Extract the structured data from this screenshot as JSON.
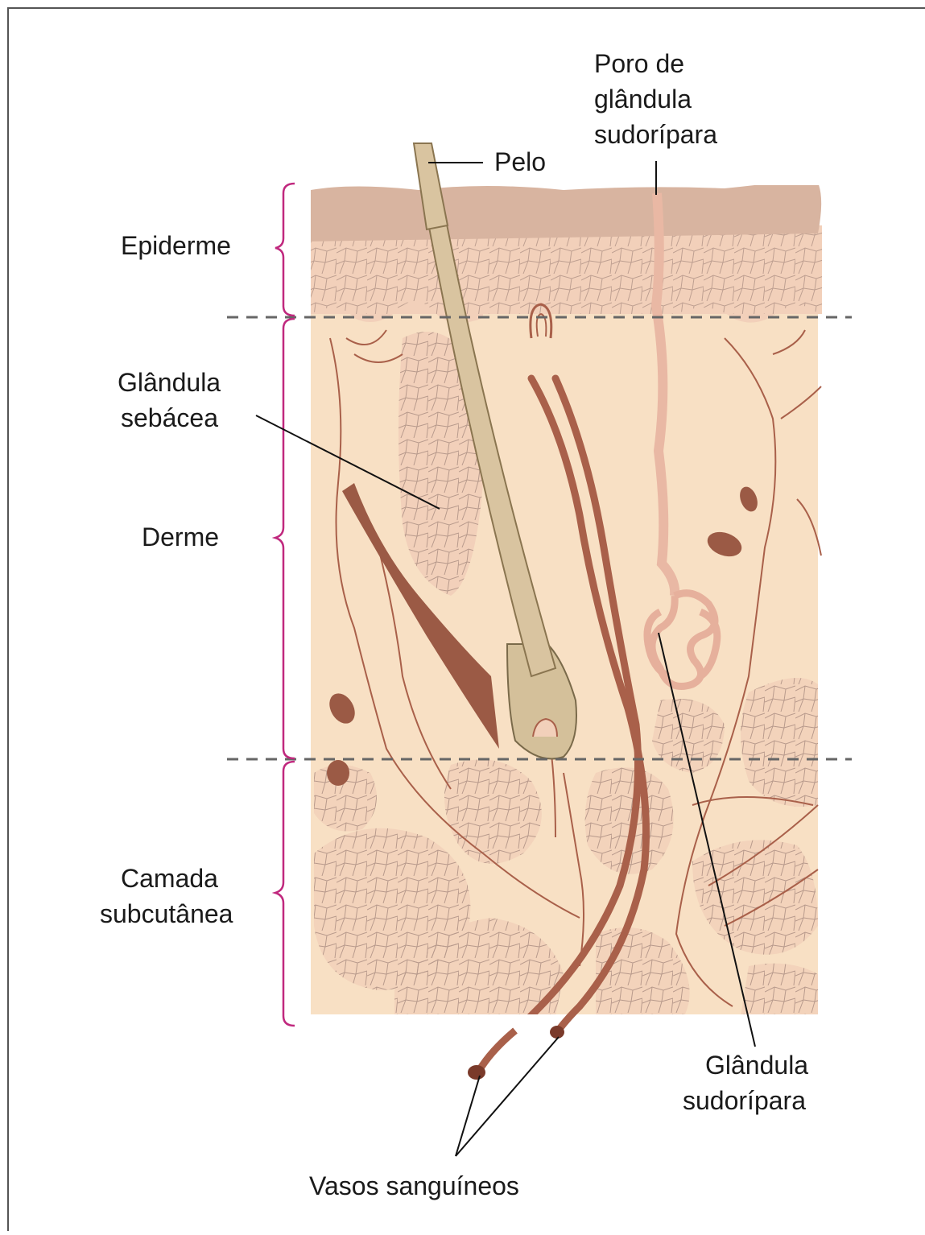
{
  "labels": {
    "pelo": "Pelo",
    "poro_line1": "Poro de",
    "poro_line2": "glândula",
    "poro_line3": "sudorípara",
    "epiderme": "Epiderme",
    "glandula_sebacea_line1": "Glândula",
    "glandula_sebacea_line2": "sebácea",
    "derme": "Derme",
    "camada_line1": "Camada",
    "camada_line2": "subcutânea",
    "glandula_sudoripara_line1": "Glândula",
    "glandula_sudoripara_line2": "sudorípara",
    "vasos": "Vasos sanguíneos"
  },
  "colors": {
    "brace": "#c0287e",
    "epidermis_top": "#d8b4a0",
    "epidermis_cells": "#f2d0ba",
    "dermis": "#f8e0c4",
    "subcutaneous": "#f3d3bb",
    "cell_lines": "#b89a8c",
    "vessel": "#a9604a",
    "hair": "#d9c4a0",
    "muscle": "#9b5a45",
    "dashed": "#666666"
  }
}
